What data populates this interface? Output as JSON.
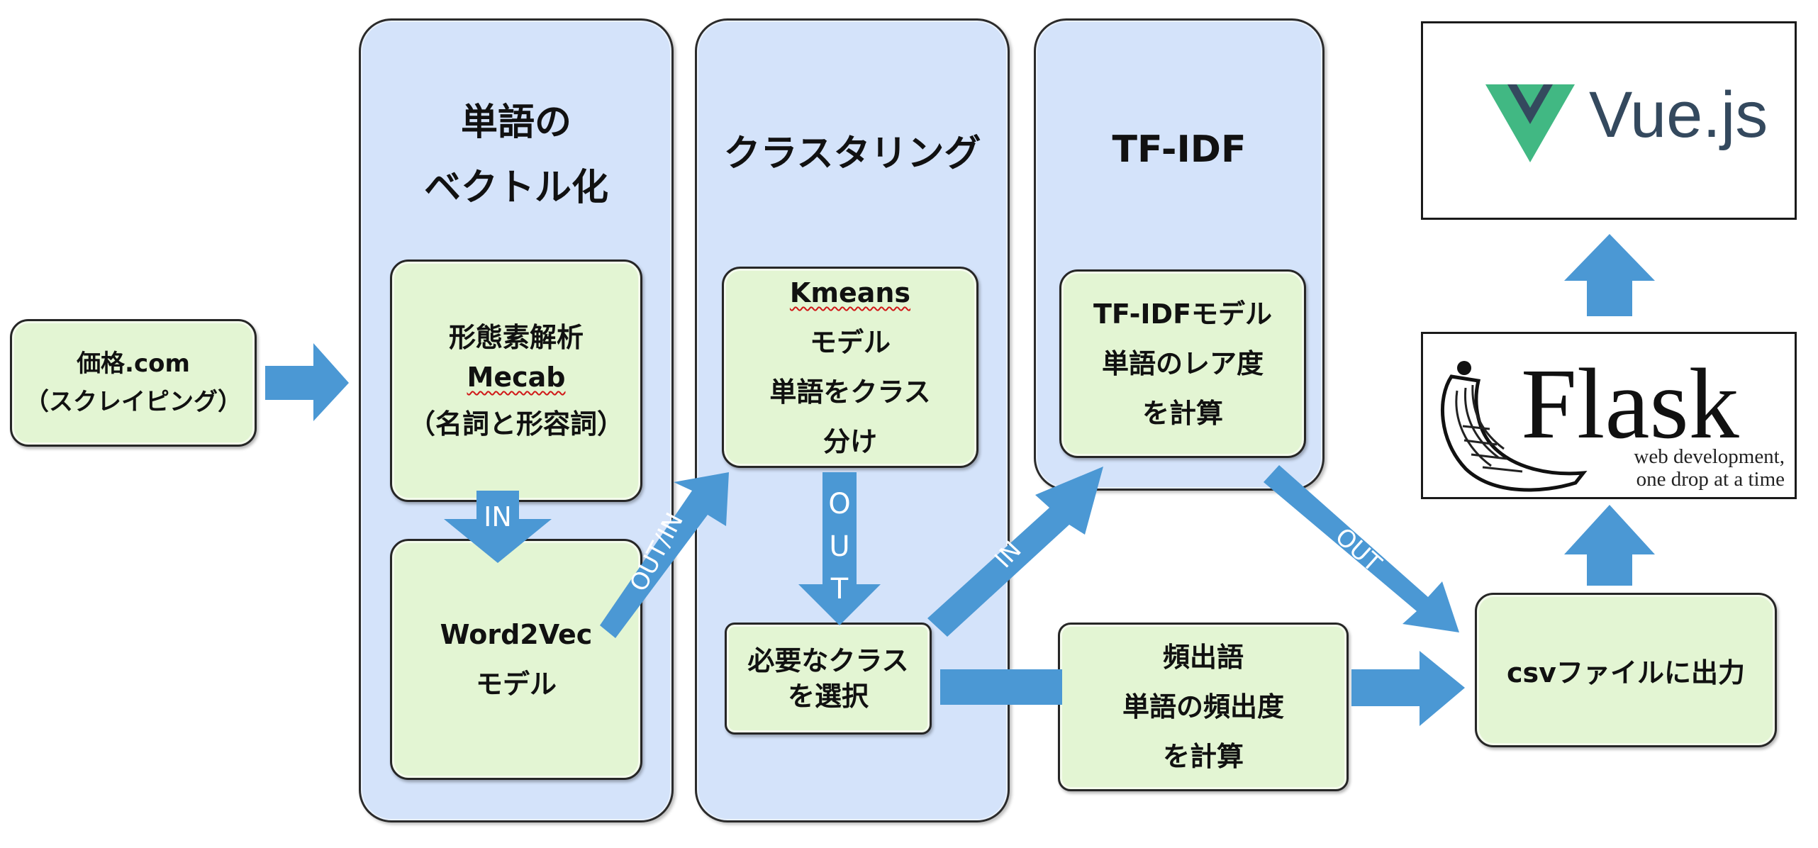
{
  "panels": {
    "vectorize": {
      "title_line1": "単語の",
      "title_line2": "ベクトル化"
    },
    "clustering": {
      "title": "クラスタリング"
    },
    "tfidf": {
      "title": "TF-IDF"
    }
  },
  "nodes": {
    "kakaku": {
      "line1": "価格.com",
      "line2": "（スクレイピング）"
    },
    "morph": {
      "line1": "形態素解析",
      "line2": "Mecab",
      "line3": "（名詞と形容詞）"
    },
    "word2vec": {
      "line1": "Word2Vec",
      "line2": "モデル"
    },
    "kmeans": {
      "line1": "Kmeans",
      "line2": "モデル",
      "line3": "単語をクラス",
      "line4": "分け"
    },
    "select_class": {
      "line1": "必要なクラス",
      "line2": "を選択"
    },
    "tfidf_model": {
      "line1": "TF-IDFモデル",
      "line2": "単語のレア度",
      "line3": "を計算"
    },
    "freq": {
      "line1": "頻出語",
      "line2": "単語の頻出度",
      "line3": "を計算"
    },
    "csv": {
      "label": "csvファイルに出力"
    }
  },
  "arrow_labels": {
    "in": "IN",
    "out_in": "OUT/IN",
    "out_vertical": [
      "O",
      "U",
      "T"
    ],
    "in_diag": "IN",
    "out_diag": "OUT"
  },
  "logos": {
    "vue": {
      "text": "Vue.js",
      "colors": {
        "green": "#41b883",
        "dark": "#34495e"
      }
    },
    "flask": {
      "name": "Flask",
      "tagline_line1": "web development,",
      "tagline_line2": "one drop at a time"
    }
  },
  "colors": {
    "panel": "#d4e3fa",
    "node": "#e3f5d3",
    "arrow": "#4b98d4"
  }
}
